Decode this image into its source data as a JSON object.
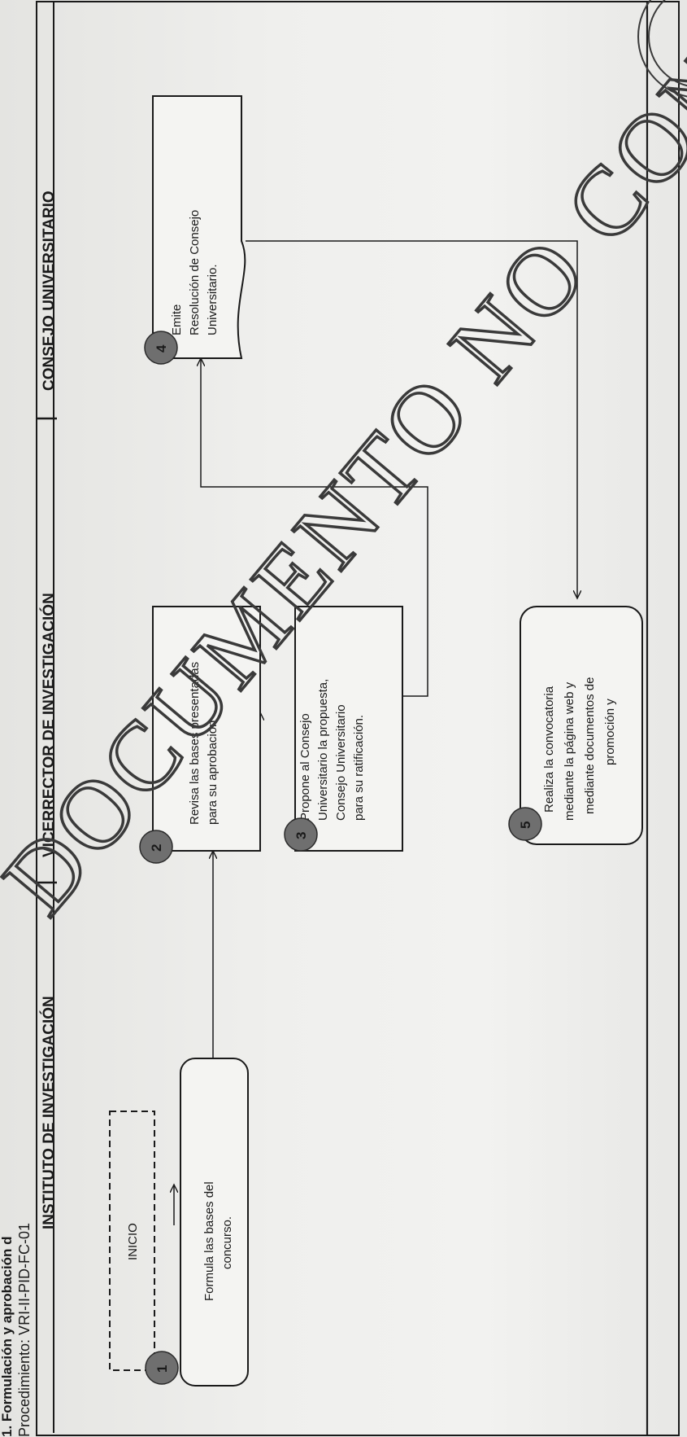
{
  "header": {
    "title_fragment": "1. Formulación y aprobación d",
    "procedure": "Procedimiento: VRI-II-PID-FC-01"
  },
  "lanes": [
    "INSTITUTO DE INVESTIGACIÓN",
    "VICERRECTOR DE INVESTIGACIÓN",
    "CONSEJO UNIVERSITARIO"
  ],
  "start": "INICIO",
  "steps": [
    {
      "number": "1",
      "lines": [
        "Formula las bases del",
        "concurso."
      ]
    },
    {
      "number": "2",
      "lines": [
        "Revisa las bases presentadas",
        "para su aprobación"
      ]
    },
    {
      "number": "3",
      "lines": [
        "Propone al Consejo",
        "Universitario la propuesta,",
        "Consejo Universitario",
        "para su ratificación."
      ]
    },
    {
      "number": "4",
      "lines": [
        "Emite",
        "Resolución de Consejo",
        "Universitario."
      ]
    },
    {
      "number": "5",
      "lines": [
        "Realiza la convocatoria",
        "mediante la página web y",
        "mediante documentos de",
        "promoción y"
      ]
    }
  ],
  "watermark": "DOCUMENTO NO CONTROLADO",
  "colors": {
    "paper": "#efefed",
    "ink": "#1a1a1a",
    "badge": "#6f6f6f"
  }
}
